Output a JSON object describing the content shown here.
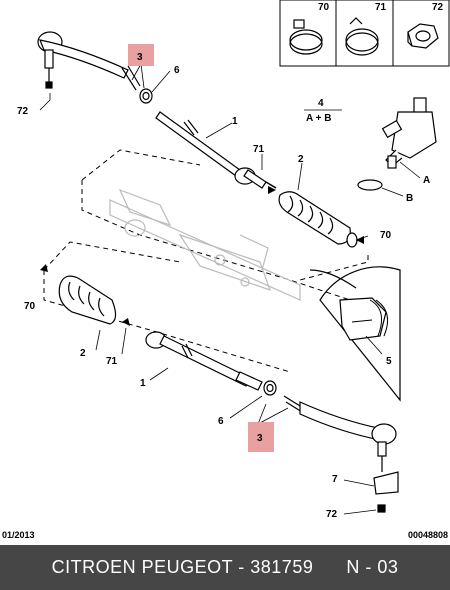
{
  "diagram": {
    "legend_items": [
      {
        "num": "70",
        "icon": "hose-clamp-icon"
      },
      {
        "num": "71",
        "icon": "ring-clamp-icon"
      },
      {
        "num": "72",
        "icon": "hex-nut-icon"
      }
    ],
    "callouts": {
      "three": "3",
      "six": "6",
      "seventy_two": "72",
      "one": "1",
      "seventy_one": "71",
      "two": "2",
      "seventy": "70",
      "four": "4",
      "a_plus_b": "A + B",
      "a": "A",
      "b": "B",
      "five": "5",
      "seven": "7"
    }
  },
  "meta": {
    "date": "01/2013",
    "doc_number": "00048808"
  },
  "footer": {
    "text": "CITROEN PEUGEOT - 381759",
    "page": "N - 03"
  }
}
